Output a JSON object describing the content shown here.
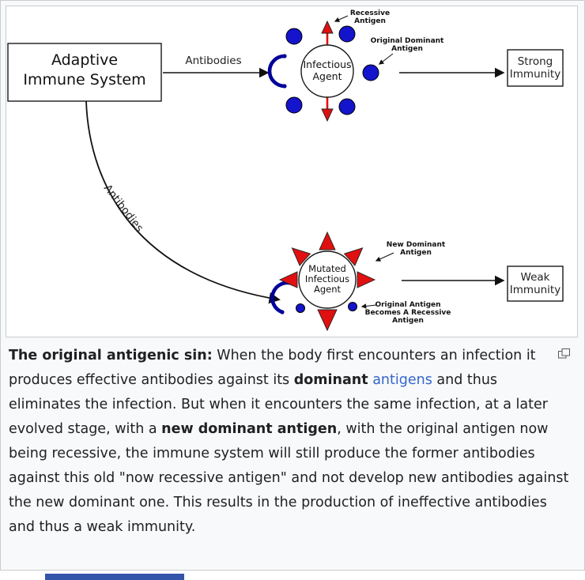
{
  "diagram": {
    "adaptive_box": [
      "Adaptive",
      "Immune System"
    ],
    "antibodies_label_top": "Antibodies",
    "antibodies_label_curve": "Antibodies",
    "infectious_agent": [
      "Infectious",
      "Agent"
    ],
    "strong_immunity": [
      "Strong",
      "Immunity"
    ],
    "mutated_agent": [
      "Mutated",
      "Infectious",
      "Agent"
    ],
    "weak_immunity": [
      "Weak",
      "Immunity"
    ],
    "recessive_antigen": [
      "Recessive",
      "Antigen"
    ],
    "original_dominant_antigen": [
      "Original Dominant",
      "Antigen"
    ],
    "new_dominant_antigen": [
      "New Dominant",
      "Antigen"
    ],
    "original_antigen_recessive": [
      "Original Antigen",
      "Becomes A Recessive",
      "Antigen"
    ]
  },
  "caption": {
    "lead": "The original antigenic sin:",
    "t1": " When the body first encounters an infection it produces effective antibodies against its ",
    "bold1": "dominant",
    "sep": " ",
    "link": "antigens",
    "t2": " and thus eliminates the infection. But when it encounters the same infection, at a later evolved stage, with a ",
    "bold2": "new dominant antigen",
    "t3": ", with the original antigen now being recessive, the immune system will still produce the former antibodies against this old \"now recessive antigen\" and not develop new antibodies against the new dominant one. This results in the production of ineffective antibodies and thus a weak immunity."
  },
  "icons": {
    "magnify": "magnify-expand-icon"
  },
  "colors": {
    "antigen_blue": "#1414cc",
    "antigen_red": "#e01010",
    "antibody_navy": "#000099",
    "link_blue": "#3366cc",
    "caption_bg": "#f8f9fa",
    "border_gray": "#c8ccd1",
    "partial_bar_blue": "#3355aa"
  }
}
